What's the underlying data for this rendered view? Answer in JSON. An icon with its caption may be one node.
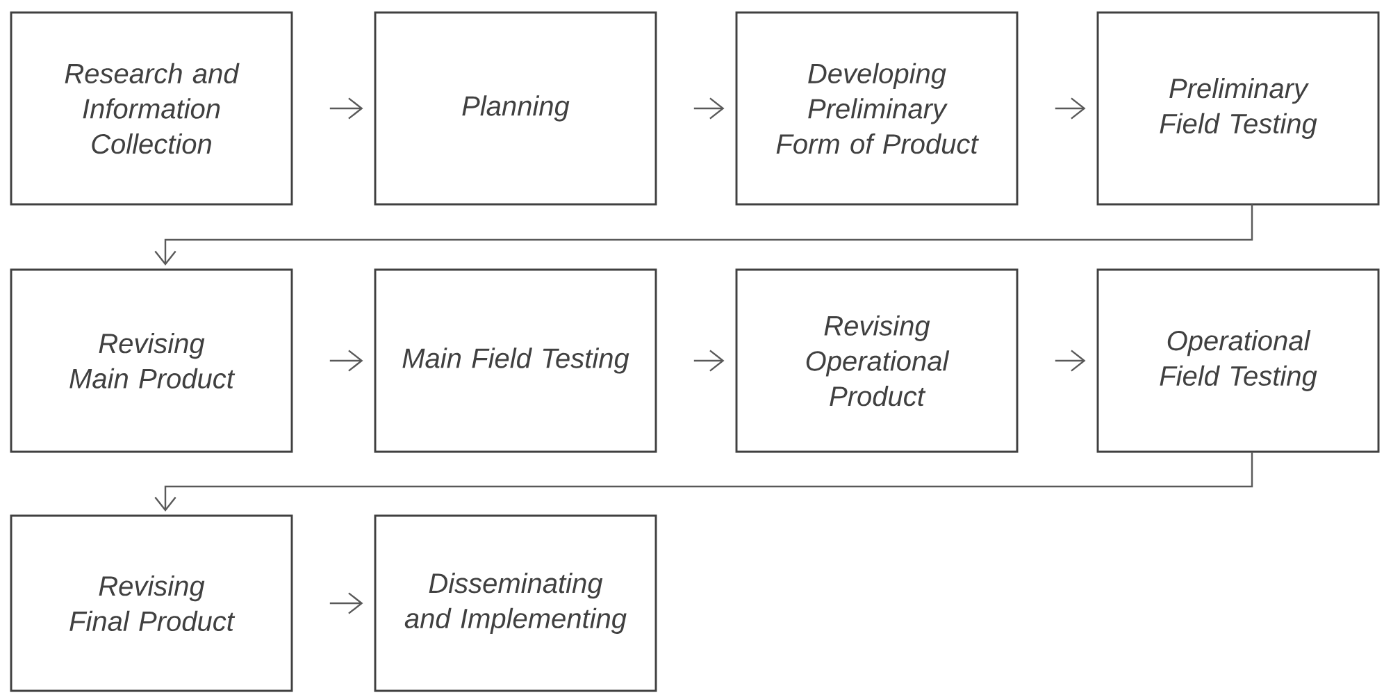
{
  "diagram": {
    "nodes": [
      {
        "text": [
          "Research and Information Collection"
        ]
      },
      {
        "text": [
          "Planning"
        ]
      },
      {
        "text": [
          "Developing Preliminary Form of Product"
        ]
      },
      {
        "text": [
          "Preliminary Field Testing"
        ]
      },
      {
        "text": [
          "Revising Main Product"
        ]
      },
      {
        "text": [
          "Main Field Testing"
        ]
      },
      {
        "text": [
          "Revising Operational Product"
        ]
      },
      {
        "text": [
          "Operational Field Testing"
        ]
      },
      {
        "text": [
          "Revising Final Product"
        ]
      },
      {
        "text": [
          "Disseminating and Implementing"
        ]
      }
    ],
    "edges": [
      {
        "from": 0,
        "to": 1,
        "arrow": "to"
      },
      {
        "from": 1,
        "to": 2,
        "arrow": "to"
      },
      {
        "from": 2,
        "to": 3,
        "arrow": "to"
      },
      {
        "from": 3,
        "to": 4,
        "arrow": "to"
      },
      {
        "from": 4,
        "to": 5,
        "arrow": "to"
      },
      {
        "from": 5,
        "to": 6,
        "arrow": "to"
      },
      {
        "from": 6,
        "to": 7,
        "arrow": "to"
      },
      {
        "from": 7,
        "to": 8,
        "arrow": "to"
      },
      {
        "from": 8,
        "to": 9,
        "arrow": "to"
      }
    ]
  }
}
